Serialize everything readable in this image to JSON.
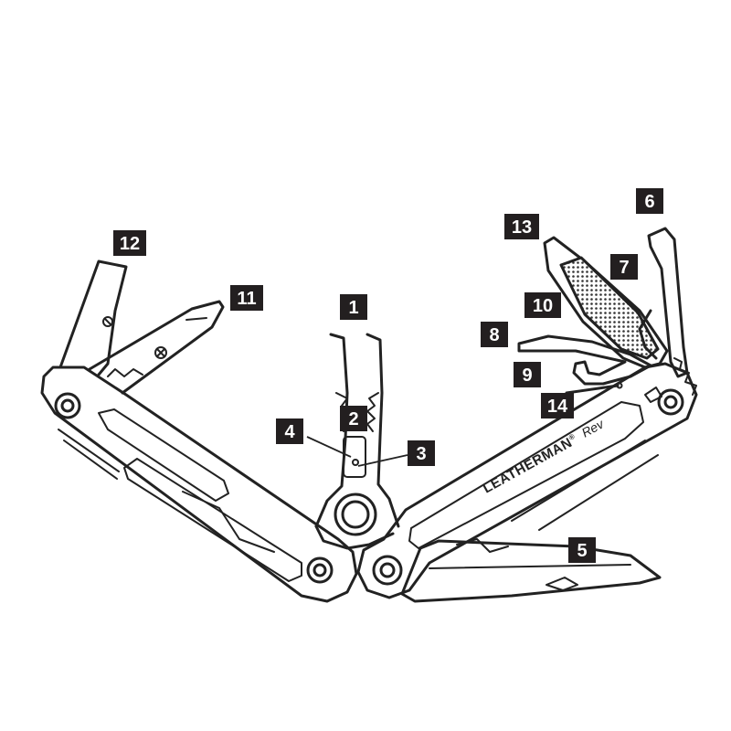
{
  "brand": {
    "name": "LEATHERMAN",
    "model": "Rev",
    "trademark": "®"
  },
  "callouts": [
    "1",
    "2",
    "3",
    "4",
    "5",
    "6",
    "7",
    "8",
    "9",
    "10",
    "11",
    "12",
    "13",
    "14"
  ]
}
